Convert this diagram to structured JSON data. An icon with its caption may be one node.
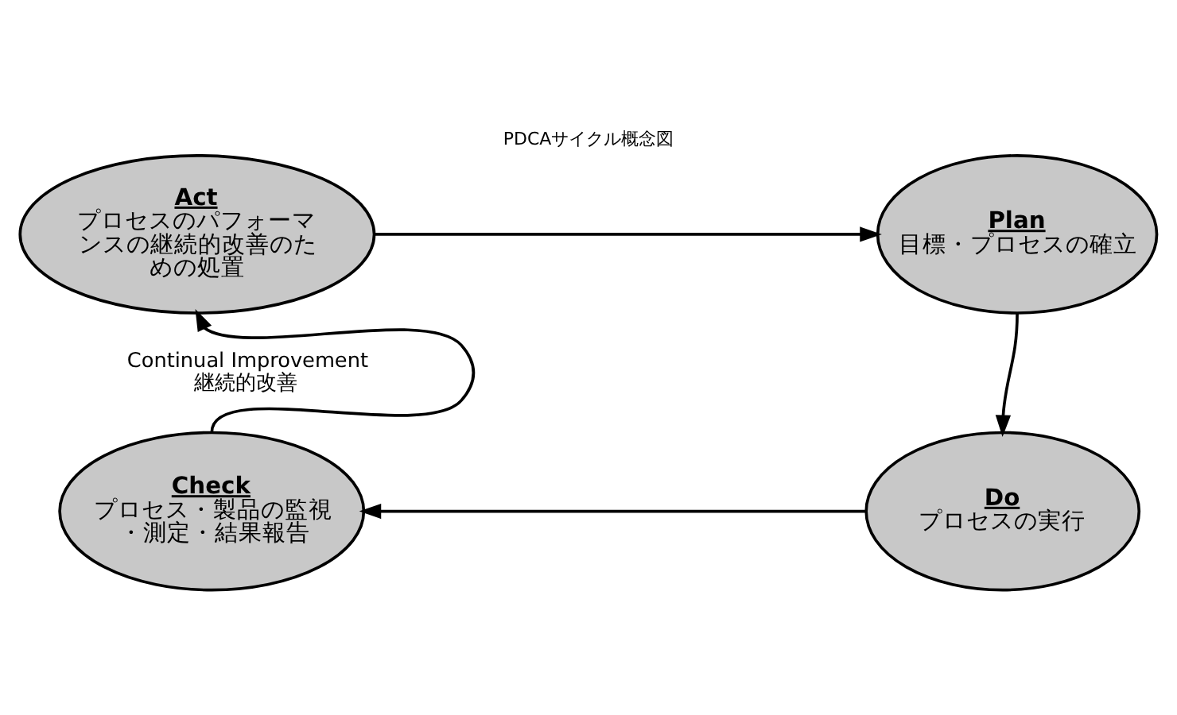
{
  "diagram": {
    "title": "PDCAサイクル概念図",
    "nodes": [
      {
        "text": [
          "Act",
          "プロセスのパフォーマンスの継続的改善のための処置"
        ]
      },
      {
        "text": [
          "Plan",
          "目標・プロセスの確立"
        ]
      },
      {
        "text": [
          "Do",
          "プロセスの実行"
        ]
      },
      {
        "text": [
          "Check",
          "プロセス・製品の監視・測定・結果報告"
        ]
      }
    ],
    "edges": [
      {
        "from": 0,
        "to": 1,
        "arrow": "to"
      },
      {
        "from": 1,
        "to": 2,
        "arrow": "to"
      },
      {
        "from": 2,
        "to": 3,
        "arrow": "to"
      },
      {
        "from": 3,
        "to": 0,
        "arrow": "to"
      }
    ],
    "labels": [
      "Continual Improvement",
      "継続的改善"
    ]
  }
}
